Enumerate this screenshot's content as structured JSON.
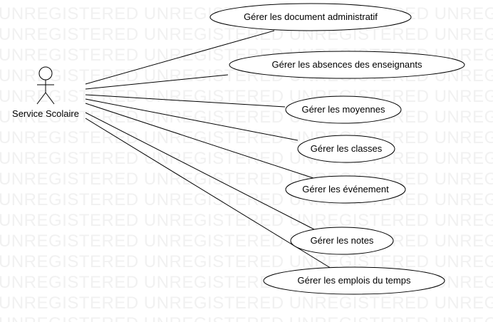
{
  "watermark": "UNREGISTERED",
  "actor": {
    "name": "Service Scolaire"
  },
  "use_cases": [
    {
      "id": "uc-document",
      "label": "Gérer les document administratif"
    },
    {
      "id": "uc-absences",
      "label": "Gérer les absences des enseignants"
    },
    {
      "id": "uc-moyennes",
      "label": "Gérer les moyennes"
    },
    {
      "id": "uc-classes",
      "label": "Gérer les classes"
    },
    {
      "id": "uc-evenement",
      "label": "Gérer les événement"
    },
    {
      "id": "uc-notes",
      "label": "Gérer les notes"
    },
    {
      "id": "uc-emplois",
      "label": "Gérer les emplois du temps"
    }
  ]
}
